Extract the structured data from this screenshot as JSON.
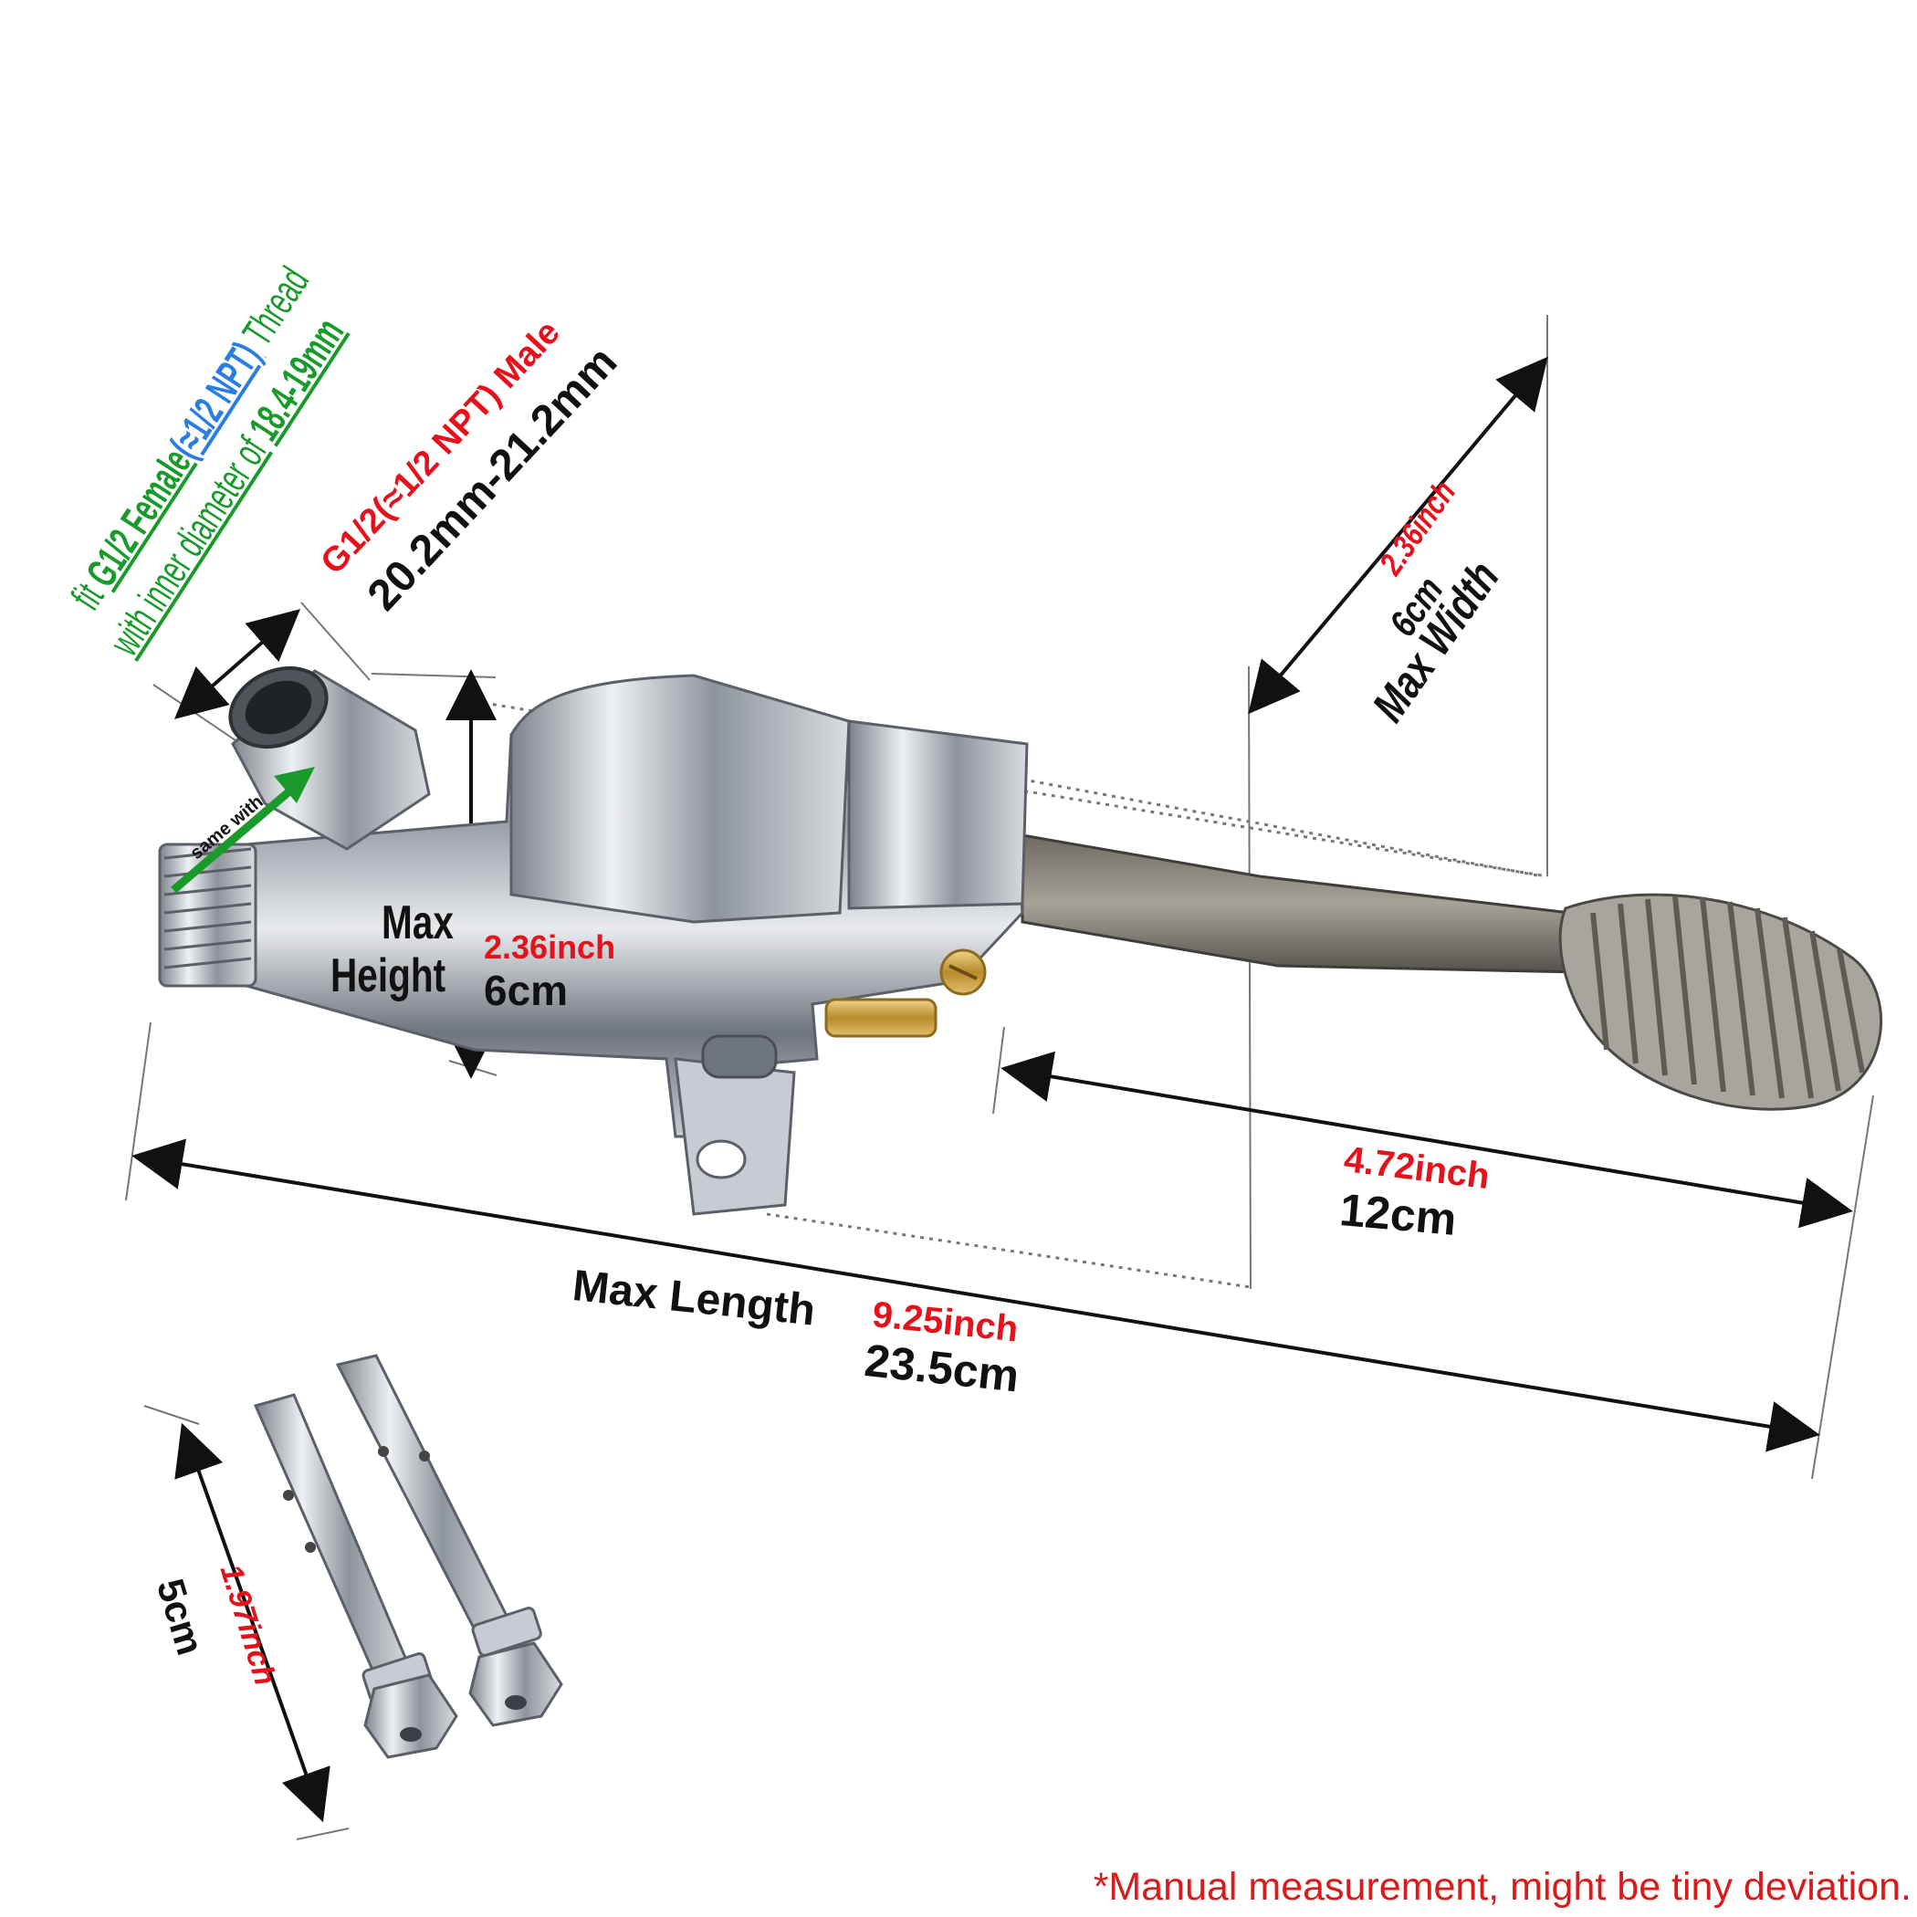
{
  "thread_note": {
    "fit_prefix": "fit",
    "female_spec": "G1/2 Female",
    "npt_equiv": "(≈1/2 NPT)",
    "thread_word": "Thread",
    "inner_prefix": "with inner diameter of",
    "inner_value": "18.4-19mm"
  },
  "male_note": {
    "spec": "G1/2(≈1/2 NPT) Male",
    "size": "20.2mm-21.2mm"
  },
  "same_with": "same with",
  "max_height": {
    "label_line1": "Max",
    "label_line2": "Height",
    "inch": "2.36inch",
    "cm": "6cm"
  },
  "max_width": {
    "inch": "2.36inch",
    "cm": "6cm",
    "label": "Max Width"
  },
  "pedal_length": {
    "inch": "4.72inch",
    "cm": "12cm"
  },
  "max_length": {
    "label": "Max Length",
    "inch": "9.25inch",
    "cm": "23.5cm"
  },
  "bolt_length": {
    "inch": "1.97inch",
    "cm": "5cm"
  },
  "disclaimer": "*Manual measurement, might be tiny deviation.",
  "colors": {
    "red": "#e5121b",
    "green": "#1a9a2b",
    "blue": "#2a7de1",
    "black": "#111111",
    "chrome": "#c9ccd1"
  }
}
